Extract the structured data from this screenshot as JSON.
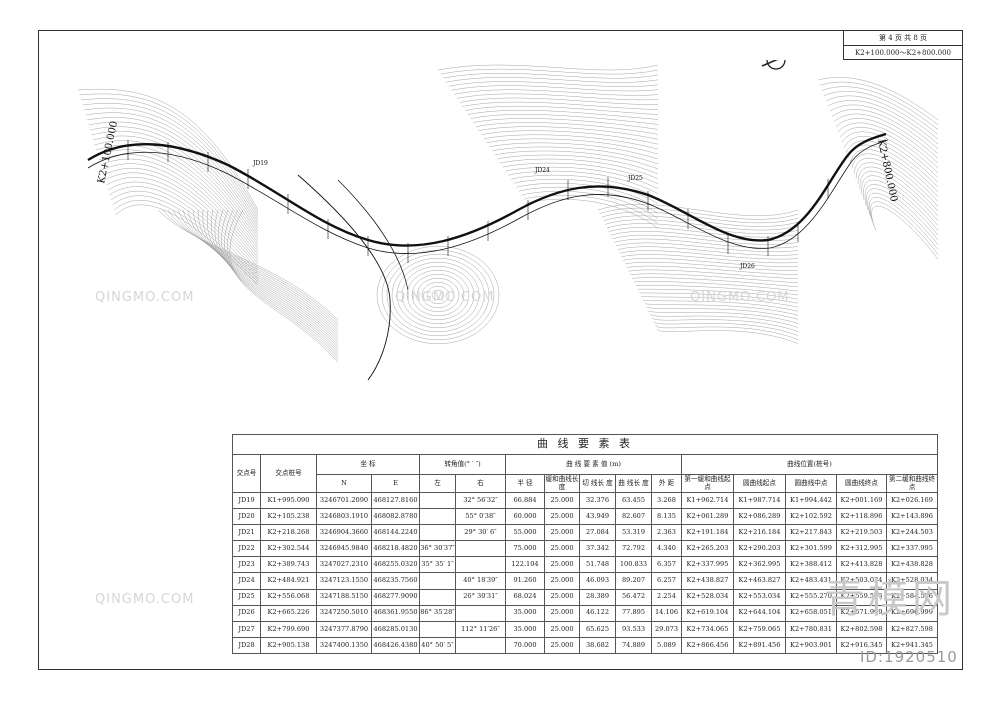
{
  "sheet": {
    "page": "第 4 页 共 8 页",
    "range": "K2+100.000～K2+800.000"
  },
  "plan": {
    "start_stake": "K2+100.000",
    "end_stake": "K2+800.000",
    "jd_labels": [
      "JD19",
      "JD24",
      "JD25",
      "JD26"
    ]
  },
  "table": {
    "title": "曲 线 要 素 表",
    "h_jd": "交点号",
    "h_stake": "交点桩号",
    "h_coord": "坐    标",
    "h_n": "N",
    "h_e": "E",
    "h_angle": "转角值(° ′ ″)",
    "h_left": "左",
    "h_right": "右",
    "h_elem": "曲 线 要 素 值 (m)",
    "h_radius": "半 径",
    "h_ls": "缓和曲线长度",
    "h_t": "切 线长 度",
    "h_l": "曲 线长 度",
    "h_e2": "外 距",
    "h_pos": "曲线位置(桩号)",
    "h_zh": "第一缓和曲线起点",
    "h_hy": "圆曲线起点",
    "h_qz": "圆曲线中点",
    "h_yh": "圆曲线终点",
    "h_hz": "第二缓和曲线终点",
    "rows": [
      [
        "JD19",
        "K1+995.090",
        "3246701.2090",
        "468127.8160",
        "",
        "32° 56′32″",
        "66.884",
        "25.000",
        "32.376",
        "63.455",
        "3.268",
        "K1+962.714",
        "K1+987.714",
        "K1+994.442",
        "K2+001.169",
        "K2+026.169"
      ],
      [
        "JD20",
        "K2+105.238",
        "3246803.1910",
        "468082.8780",
        "",
        "55° 0′38″",
        "60.000",
        "25.000",
        "43.949",
        "82.607",
        "8.135",
        "K2+061.289",
        "K2+086.289",
        "K2+102.592",
        "K2+118.896",
        "K2+143.896"
      ],
      [
        "JD21",
        "K2+218.268",
        "3246904.3660",
        "468144.2240",
        "",
        "29° 30′ 6″",
        "55.000",
        "25.000",
        "27.084",
        "53.319",
        "2.363",
        "K2+191.184",
        "K2+216.184",
        "K2+217.843",
        "K2+219.503",
        "K2+244.503"
      ],
      [
        "JD22",
        "K2+302.544",
        "3246945.9840",
        "468218.4820",
        "36° 30′37″",
        "",
        "75.000",
        "25.000",
        "37.342",
        "72.792",
        "4.340",
        "K2+265.203",
        "K2+290.203",
        "K2+301.599",
        "K2+312.995",
        "K2+337.995"
      ],
      [
        "JD23",
        "K2+389.743",
        "3247027.2310",
        "468255.0320",
        "35° 35′ 1″",
        "",
        "122.104",
        "25.000",
        "51.748",
        "100.833",
        "6.357",
        "K2+337.995",
        "K2+362.995",
        "K2+388.412",
        "K2+413.828",
        "K2+438.828"
      ],
      [
        "JD24",
        "K2+484.921",
        "3247123.1550",
        "468235.7560",
        "",
        "40° 18′39″",
        "91.260",
        "25.000",
        "46.093",
        "89.207",
        "6.257",
        "K2+438.827",
        "K2+463.827",
        "K2+483.431",
        "K2+503.034",
        "K2+528.034"
      ],
      [
        "JD25",
        "K2+556.068",
        "3247188.5150",
        "468277.9090",
        "",
        "26° 30′31″",
        "68.024",
        "25.000",
        "28.389",
        "56.472",
        "2.254",
        "K2+528.034",
        "K2+553.034",
        "K2+555.270",
        "K2+559.506",
        "K2+584.506"
      ],
      [
        "JD26",
        "K2+665.226",
        "3247250.5010",
        "468361.9550",
        "86° 35′28″",
        "",
        "35.000",
        "25.000",
        "46.122",
        "77.895",
        "14.106",
        "K2+619.104",
        "K2+644.104",
        "K2+658.051",
        "K2+671.999",
        "K2+696.999"
      ],
      [
        "JD27",
        "K2+799.690",
        "3247377.8790",
        "468285.0130",
        "",
        "112° 11′26″",
        "35.000",
        "25.000",
        "65.625",
        "93.533",
        "29.073",
        "K2+734.065",
        "K2+759.065",
        "K2+780.831",
        "K2+802.598",
        "K2+827.598"
      ],
      [
        "JD28",
        "K2+905.138",
        "3247400.1350",
        "468426.4380",
        "40° 50′ 5″",
        "",
        "70.000",
        "25.000",
        "38.682",
        "74.889",
        "5.089",
        "K2+866.456",
        "K2+891.456",
        "K2+903.901",
        "K2+916.345",
        "K2+941.345"
      ]
    ]
  },
  "watermarks": {
    "site": "QINGMO.COM",
    "id": "ID:1920510",
    "logo": "青模网"
  },
  "colors": {
    "line": "#333333",
    "contour": "#9a9a9a",
    "road": "#111111"
  }
}
